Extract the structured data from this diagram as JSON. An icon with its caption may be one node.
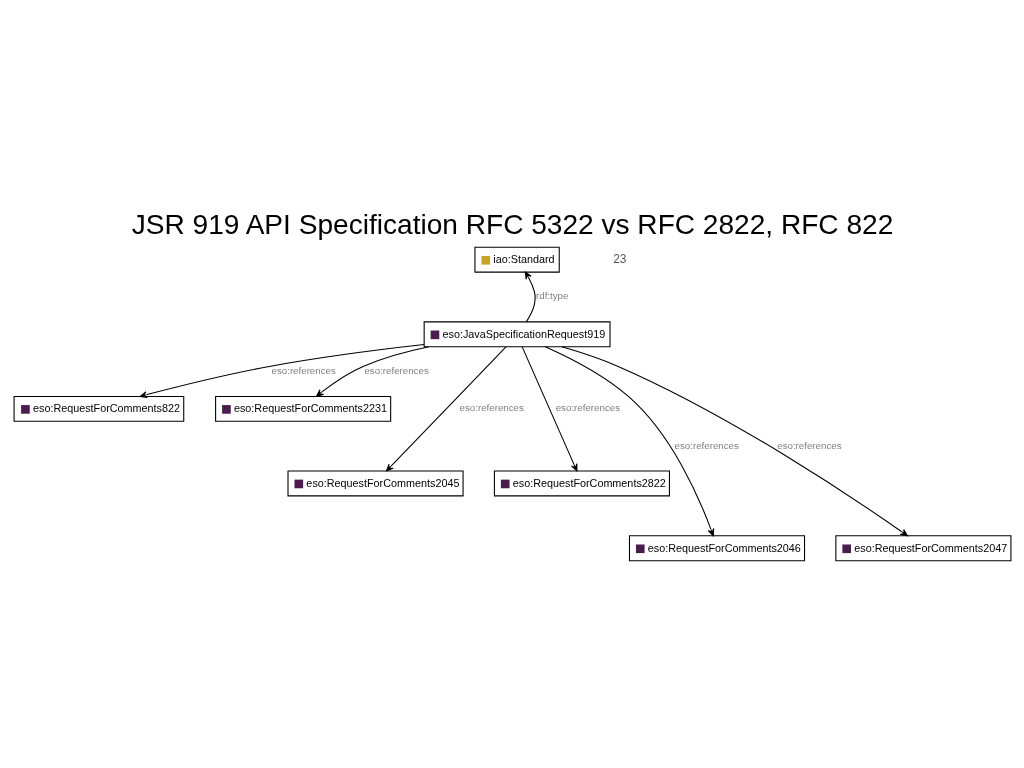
{
  "diagram": {
    "title": "JSR 919 API Specification RFC 5322 vs RFC 2822, RFC 822",
    "nodes": [
      {
        "text": [
          "iao:Standard"
        ]
      },
      {
        "text": [
          "eso:JavaSpecificationRequest919"
        ]
      },
      {
        "text": [
          "eso:RequestForComments822"
        ]
      },
      {
        "text": [
          "eso:RequestForComments2231"
        ]
      },
      {
        "text": [
          "eso:RequestForComments2045"
        ]
      },
      {
        "text": [
          "eso:RequestForComments2822"
        ]
      },
      {
        "text": [
          "eso:RequestForComments2046"
        ]
      },
      {
        "text": [
          "eso:RequestForComments2047"
        ]
      }
    ],
    "edges": [
      {
        "from": 1,
        "to": 0,
        "arrow": "to",
        "label": "rdf:type"
      },
      {
        "from": 1,
        "to": 2,
        "arrow": "to",
        "label": "eso:references"
      },
      {
        "from": 1,
        "to": 3,
        "arrow": "to",
        "label": "eso:references"
      },
      {
        "from": 1,
        "to": 4,
        "arrow": "to",
        "label": "eso:references"
      },
      {
        "from": 1,
        "to": 5,
        "arrow": "to",
        "label": "eso:references"
      },
      {
        "from": 1,
        "to": 6,
        "arrow": "to",
        "label": "eso:references"
      },
      {
        "from": 1,
        "to": 7,
        "arrow": "to",
        "label": "eso:references"
      }
    ],
    "labels": [
      "23"
    ]
  }
}
